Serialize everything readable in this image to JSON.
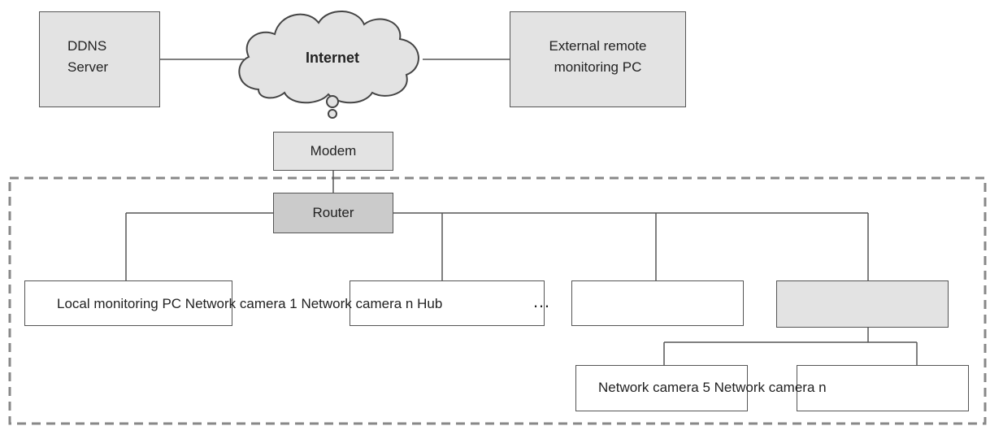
{
  "nodes": {
    "ddns_server": "DDNS\nServer",
    "internet": "Internet",
    "external_pc": "External remote\nmonitoring PC",
    "modem": "Modem",
    "router": "Router",
    "row1_text": "Local monitoring PC Network camera 1 Network camera n Hub",
    "ellipsis": "…",
    "row2_text": "Network camera 5 Network camera n"
  },
  "colors": {
    "box_fill": "#e3e3e3",
    "router_fill": "#cbcbcb",
    "line": "#555555",
    "dashed_border": "#888888"
  }
}
